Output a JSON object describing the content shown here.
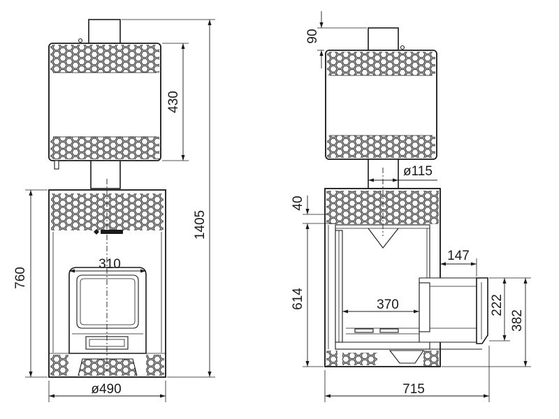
{
  "front_view": {
    "tank_height": "430",
    "overall_height": "1405",
    "body_height": "760",
    "door_width": "310",
    "body_width": "ø490"
  },
  "side_view": {
    "chimney_height": "90",
    "flue_diameter": "ø115",
    "offset": "40",
    "firebox_height": "614",
    "tunnel_length": "147",
    "firebox_depth": "370",
    "door_height": "222",
    "door_elevation": "382",
    "overall_depth": "715"
  },
  "colors": {
    "line": "#1a1a1a",
    "background": "#ffffff"
  }
}
